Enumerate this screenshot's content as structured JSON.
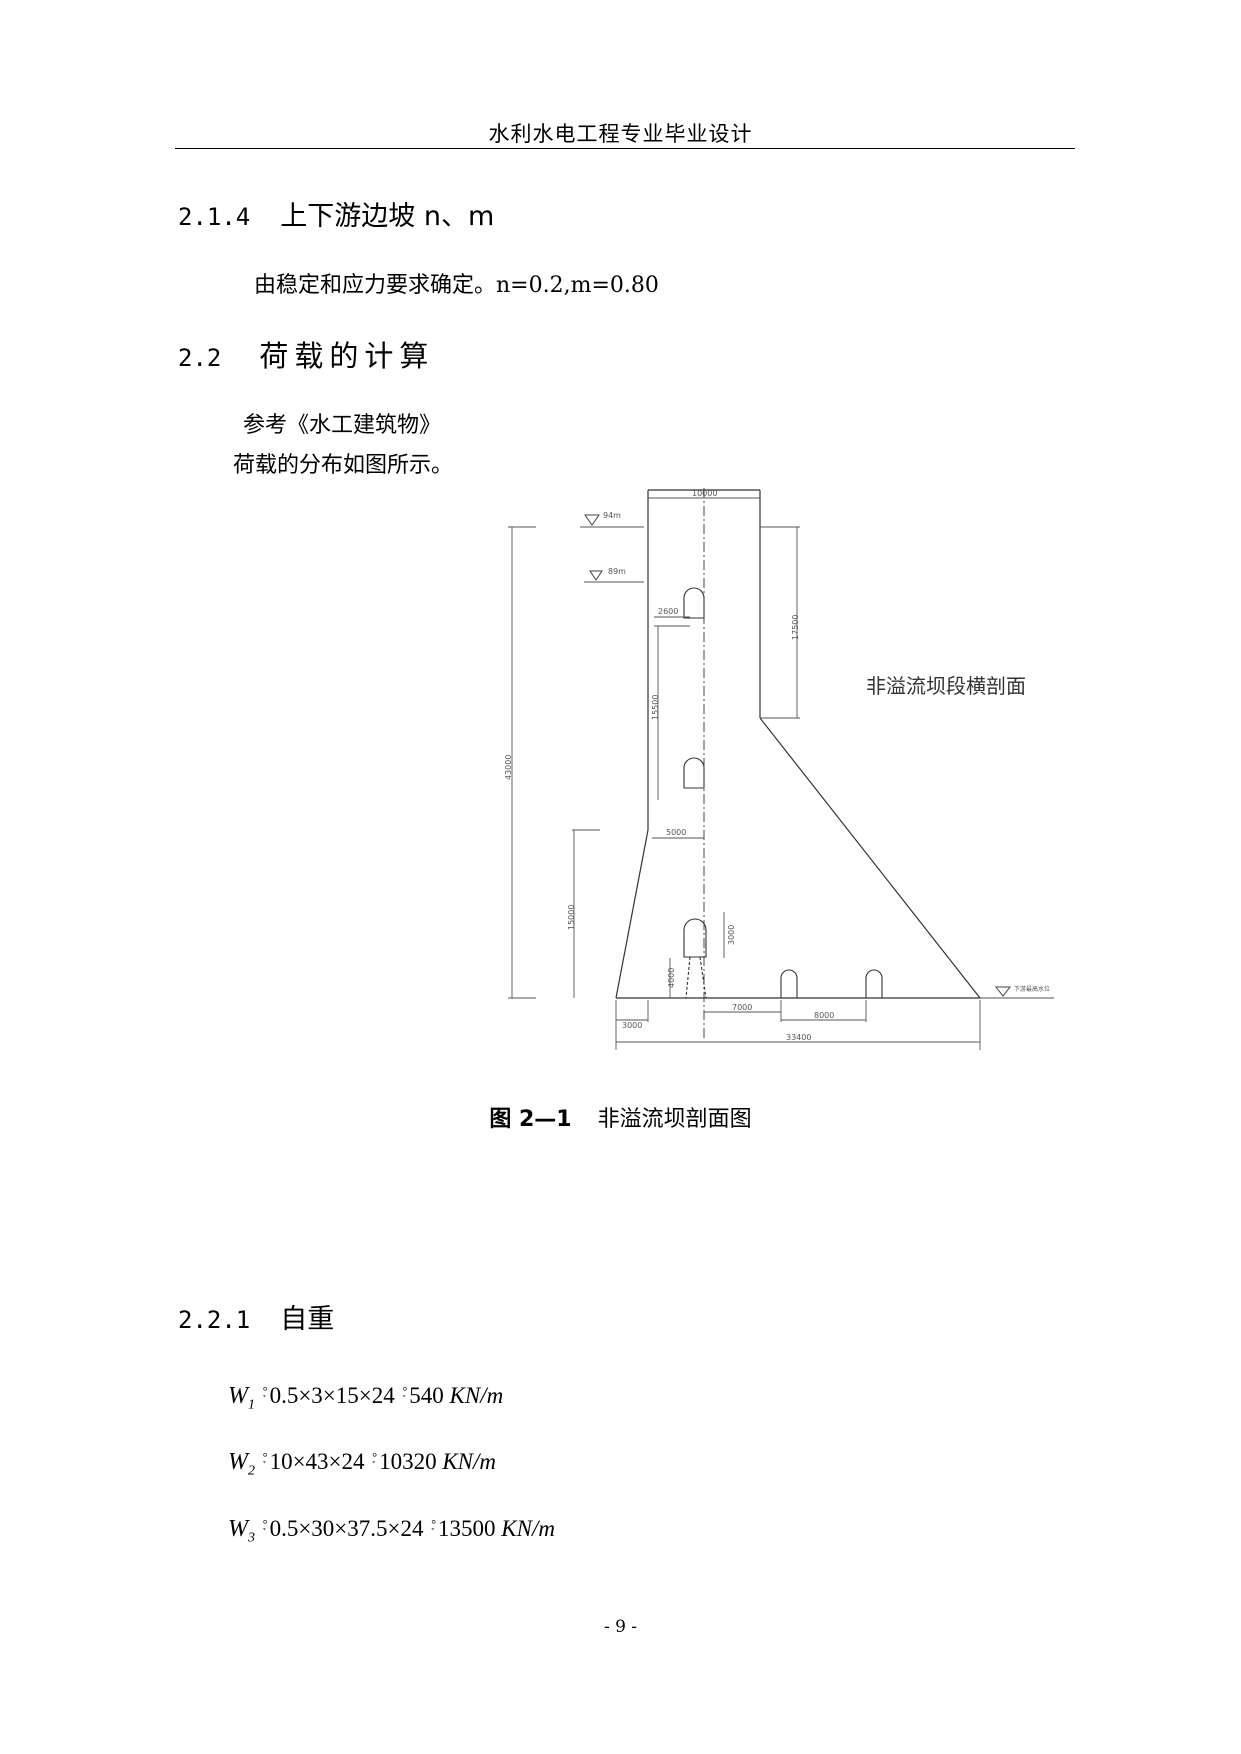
{
  "header": {
    "title": "水利水电工程专业毕业设计"
  },
  "section_2_1_4": {
    "number": "2.1.4",
    "title": "上下游边坡 n、m",
    "body": "由稳定和应力要求确定。n=0.2,m=0.80"
  },
  "section_2_2": {
    "number": "2.2",
    "title": "荷载的计算",
    "reference": "参考《水工建筑物》",
    "body": "荷载的分布如图所示。"
  },
  "figure": {
    "label": "非溢流坝段横剖面",
    "water_levels": [
      "94m",
      "89m"
    ],
    "downstream_label": "下游最高水位",
    "dimensions": {
      "top_width": "10000",
      "upper_height": "17500",
      "height_total": "43000",
      "gallery_span": "2600",
      "height_15500": "15500",
      "width_5000": "5000",
      "height_15000": "15000",
      "height_3000": "3000",
      "height_4000": "4000",
      "base_3000": "3000",
      "base_7000": "7000",
      "base_8000": "8000",
      "base_total": "33400"
    },
    "caption_number": "图 2—1",
    "caption_text": "非溢流坝剖面图"
  },
  "section_2_2_1": {
    "number": "2.2.1",
    "title": "自重",
    "formulas": [
      {
        "var": "W",
        "sub": "1",
        "mid": "0.5×3×15×24",
        "result": "540",
        "unit": "KN/m"
      },
      {
        "var": "W",
        "sub": "2",
        "mid": "10×43×24",
        "result": "10320",
        "unit": "KN/m"
      },
      {
        "var": "W",
        "sub": "3",
        "mid": "0.5×30×37.5×24",
        "result": "13500",
        "unit": "KN/m"
      }
    ],
    "glyph": "ׇ°"
  },
  "footer": {
    "page": "- 9 -"
  }
}
